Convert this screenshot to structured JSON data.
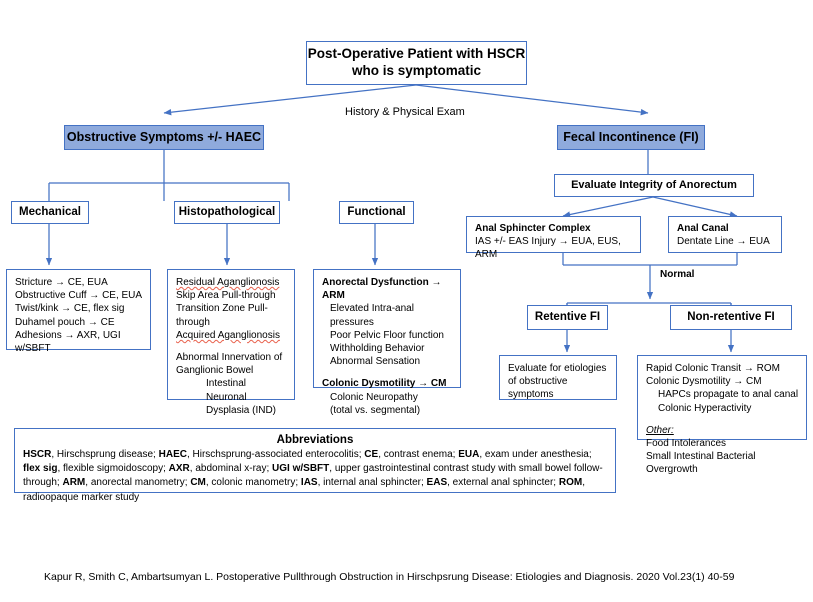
{
  "theme": {
    "accent_blue": "#4472C4",
    "fill_blue": "#8FAADC",
    "background": "#FFFFFF",
    "text": "#000000",
    "spellcheck_underline": "#E8604C"
  },
  "title_box": {
    "line1": "Post-Operative Patient with HSCR",
    "line2": "who is symptomatic"
  },
  "edge_labels": {
    "history_physical": "History & Physical Exam",
    "normal": "Normal"
  },
  "left_branch": {
    "header": "Obstructive Symptoms +/- HAEC",
    "categories": [
      {
        "label": "Mechanical"
      },
      {
        "label": "Histopathological"
      },
      {
        "label": "Functional"
      }
    ],
    "mechanical_details": [
      "Stricture → CE, EUA",
      "Obstructive Cuff → CE, EUA",
      "Twist/kink → CE, flex sig",
      "Duhamel pouch → CE",
      "Adhesions → AXR, UGI",
      "w/SBFT"
    ],
    "histopathological_details": {
      "group1": [
        "Residual Aganglionosis",
        "Skip Area Pull-through",
        "Transition Zone Pull-",
        "through",
        "Acquired Aganglionosis"
      ],
      "group2_line1": "Abnormal Innervation of",
      "group2_line2": "Ganglionic Bowel",
      "group2_sub1": "Intestinal Neuronal",
      "group2_sub2": "Dysplasia (IND)"
    },
    "functional_details": {
      "heading1": "Anorectal Dysfunction → ARM",
      "items1": [
        "Elevated Intra-anal pressures",
        "Poor Pelvic Floor function",
        "Withholding Behavior",
        "Abnormal Sensation"
      ],
      "heading2": "Colonic Dysmotility → CM",
      "items2": [
        "Colonic Neuropathy",
        "(total vs. segmental)"
      ]
    }
  },
  "right_branch": {
    "header": "Fecal Incontinence (FI)",
    "evaluate": "Evaluate Integrity of Anorectum",
    "anal_sphincter": {
      "title": "Anal Sphincter Complex",
      "detail": "IAS  +/- EAS Injury → EUA, EUS, ARM"
    },
    "anal_canal": {
      "title": "Anal Canal",
      "detail": "Dentate Line → EUA"
    },
    "retentive": {
      "label": "Retentive FI",
      "details": [
        "Evaluate for etiologies",
        "of obstructive",
        "symptoms"
      ]
    },
    "non_retentive": {
      "label": "Non-retentive FI",
      "line1": "Rapid Colonic Transit → ROM",
      "line2": "Colonic Dysmotility → CM",
      "sub1": "HAPCs propagate to  anal canal",
      "sub2": "Colonic Hyperactivity",
      "other_label": "Other:",
      "other_items": [
        "Food Intolerances",
        "Small Intestinal Bacterial Overgrowth"
      ]
    }
  },
  "abbreviations": {
    "title": "Abbreviations",
    "entries": [
      {
        "term": "HSCR",
        "definition": "Hirschsprung disease"
      },
      {
        "term": "HAEC",
        "definition": "Hirschsprung-associated enterocolitis"
      },
      {
        "term": "CE",
        "definition": "contrast enema"
      },
      {
        "term": "EUA",
        "definition": "exam under anesthesia"
      },
      {
        "term": "flex sig",
        "definition": "flexible sigmoidoscopy"
      },
      {
        "term": "AXR",
        "definition": "abdominal x-ray"
      },
      {
        "term": "UGI w/SBFT",
        "definition": "upper gastrointestinal contrast study with small bowel follow-through"
      },
      {
        "term": "ARM",
        "definition": "anorectal manometry"
      },
      {
        "term": "CM",
        "definition": "colonic manometry"
      },
      {
        "term": "IAS",
        "definition": "internal anal sphincter"
      },
      {
        "term": "EAS",
        "definition": "external anal sphincter"
      },
      {
        "term": "ROM",
        "definition": "radioopaque marker study"
      }
    ]
  },
  "citation": "Kapur R, Smith C, Ambartsumyan L. Postoperative Pullthrough Obstruction in Hirschpsrung Disease: Etiologies and Diagnosis. 2020 Vol.23(1) 40-59"
}
